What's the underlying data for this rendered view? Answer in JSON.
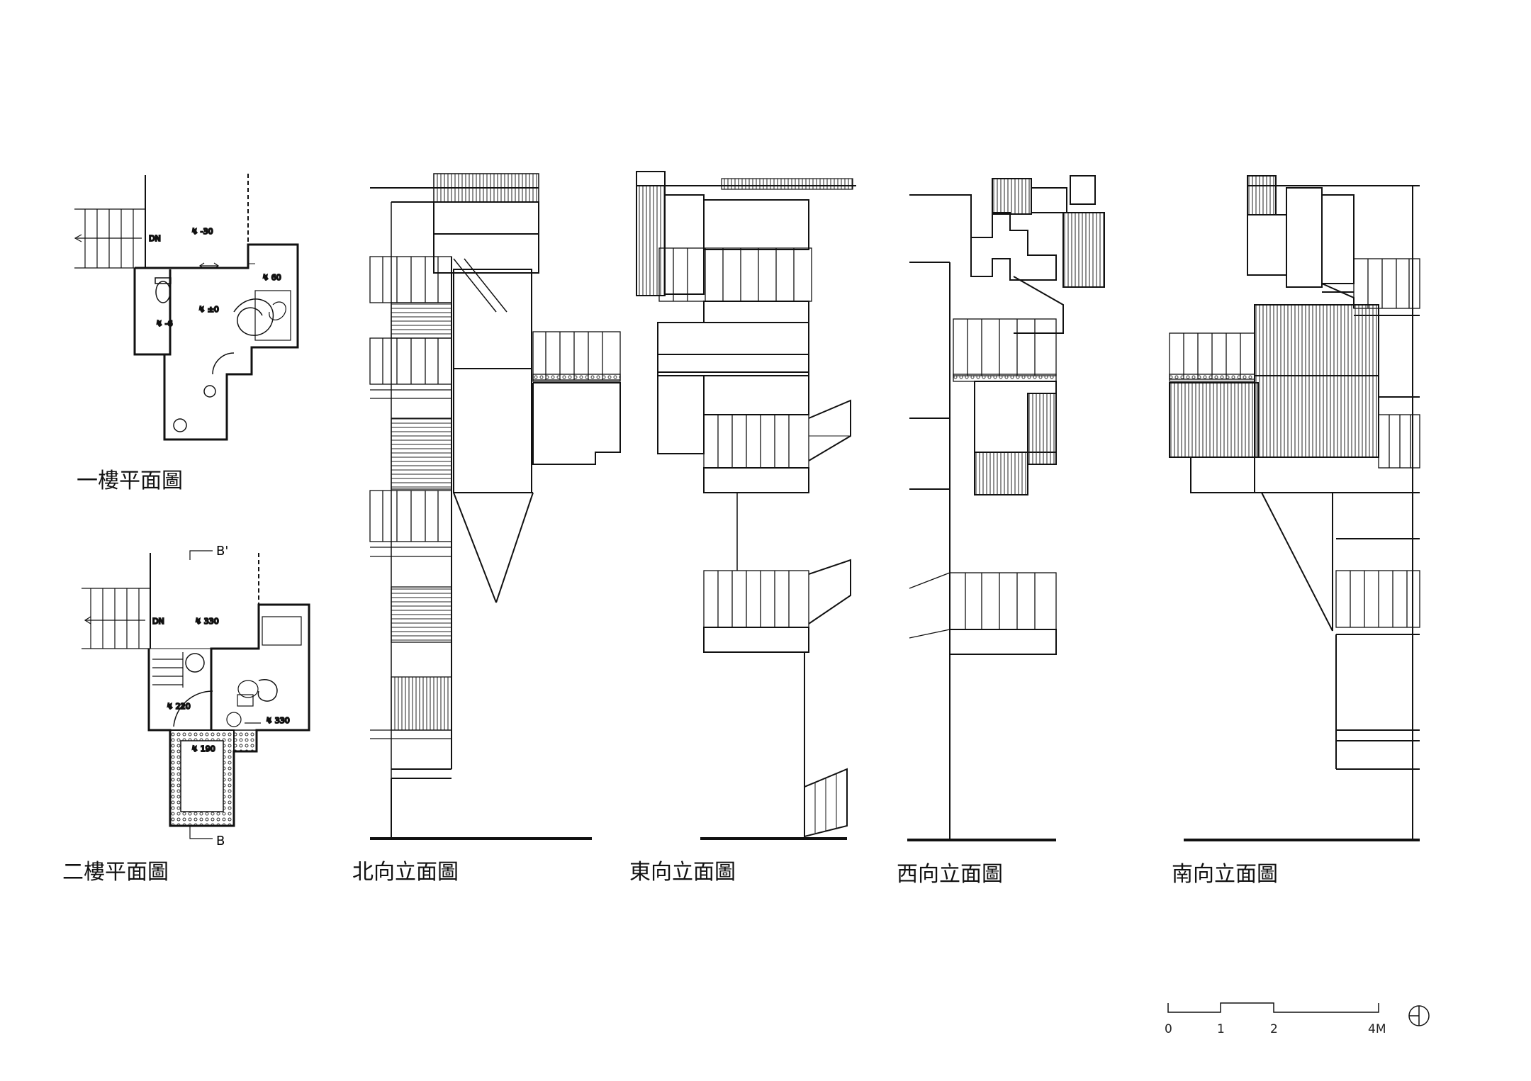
{
  "titles": {
    "plan_1f": "一樓平面圖",
    "plan_2f": "二樓平面圖",
    "elev_north": "北向立面圖",
    "elev_east": "東向立面圖",
    "elev_west": "西向立面圖",
    "elev_south": "南向立面圖"
  },
  "plan_1f_marks": {
    "dn": "DN",
    "lv_a": "↯ ±0",
    "lv_b": "↯ -6",
    "lv_c": "↯ 60",
    "lv_d": "↯ -30"
  },
  "plan_2f_marks": {
    "dn": "DN",
    "section_top": "B'",
    "section_bottom": "B",
    "lv_a": "↯ 330",
    "lv_b": "↯ 330",
    "lv_c": "↯ 220",
    "lv_d": "↯ 190"
  },
  "scale_bar": {
    "ticks": [
      "0",
      "1",
      "2",
      "4M"
    ]
  },
  "colors": {
    "ink": "#111111",
    "paper": "#ffffff"
  }
}
